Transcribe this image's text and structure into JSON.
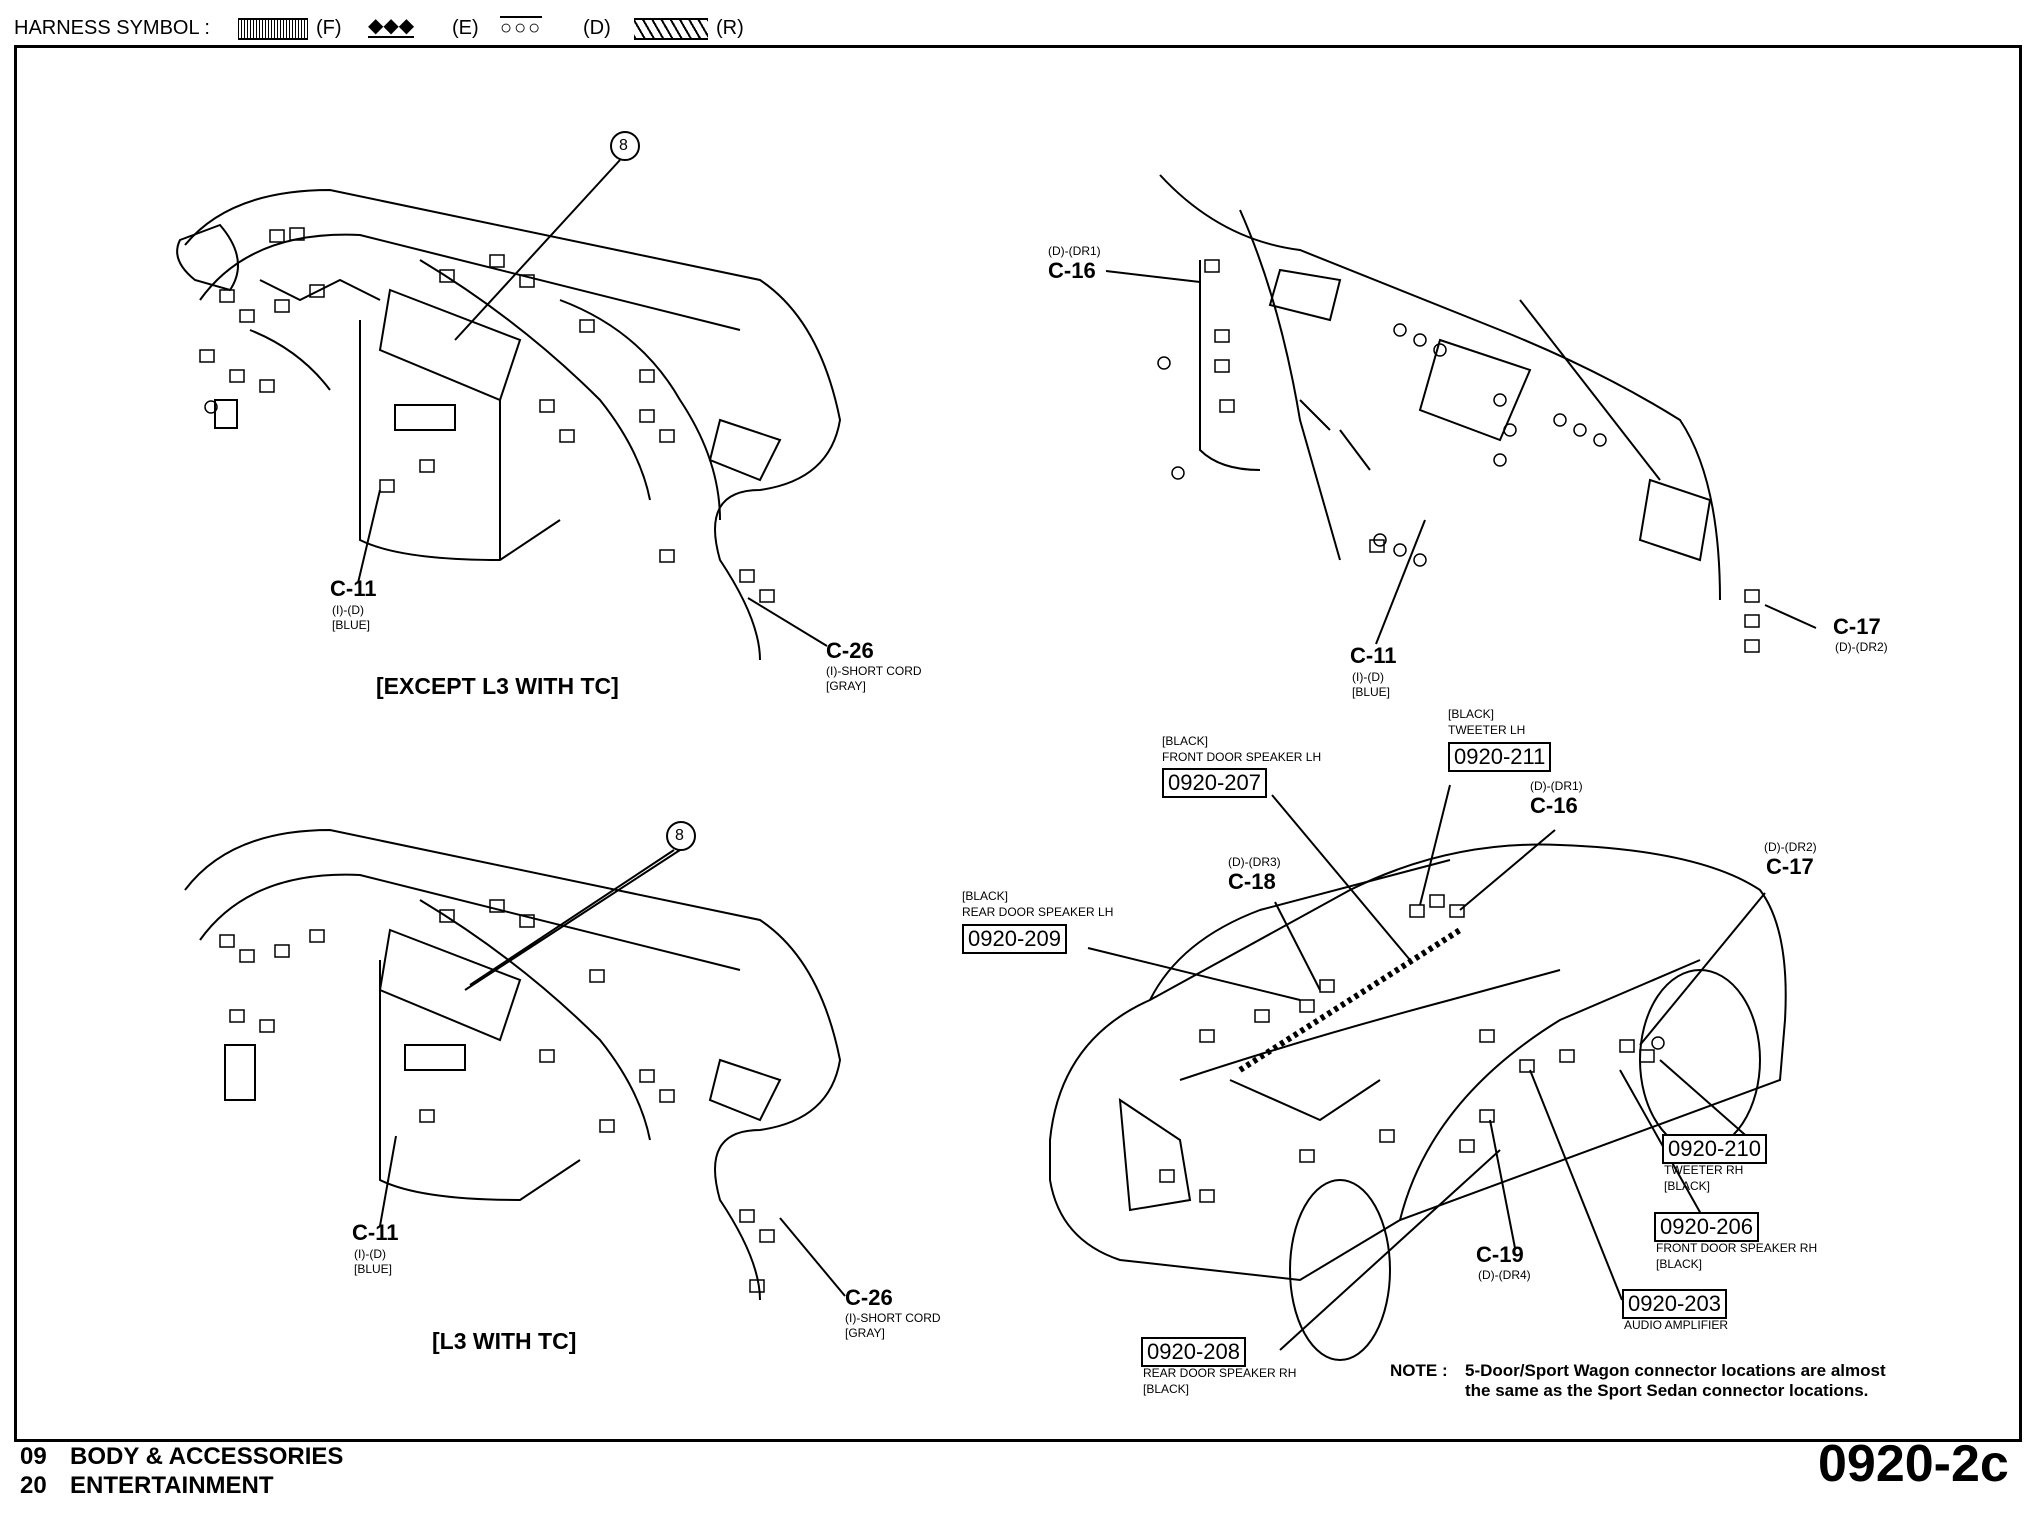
{
  "harness_symbol": {
    "label": "HARNESS SYMBOL :",
    "items": [
      {
        "symbol": "dotted-band",
        "code": "(F)"
      },
      {
        "symbol": "diamond-chain",
        "code": "(E)"
      },
      {
        "symbol": "circle-chain",
        "code": "(D)"
      },
      {
        "symbol": "hatched-band",
        "code": "(R)"
      }
    ]
  },
  "views": {
    "top_left": {
      "caption": "[EXCEPT L3 WITH TC]",
      "callout": "8",
      "c11": {
        "code": "C-11",
        "line1": "(I)-(D)",
        "line2": "[BLUE]"
      },
      "c26": {
        "code": "C-26",
        "line1": "(I)-SHORT CORD",
        "line2": "[GRAY]"
      }
    },
    "bottom_left": {
      "caption": "[L3 WITH TC]",
      "callout": "8",
      "c11": {
        "code": "C-11",
        "line1": "(I)-(D)",
        "line2": "[BLUE]"
      },
      "c26": {
        "code": "C-26",
        "line1": "(I)-SHORT CORD",
        "line2": "[GRAY]"
      }
    },
    "top_right": {
      "c16": {
        "code": "C-16",
        "line1": "(D)-(DR1)"
      },
      "c11": {
        "code": "C-11",
        "line1": "(I)-(D)",
        "line2": "[BLUE]"
      },
      "c17": {
        "code": "C-17",
        "line1": "(D)-(DR2)"
      }
    },
    "bottom_right": {
      "front_door_lh": {
        "line1": "[BLACK]",
        "line2": "FRONT DOOR SPEAKER LH",
        "box": "0920-207"
      },
      "tweeter_lh": {
        "line1": "[BLACK]",
        "line2": "TWEETER LH",
        "box": "0920-211"
      },
      "c16": {
        "line1": "(D)-(DR1)",
        "code": "C-16"
      },
      "c17": {
        "line1": "(D)-(DR2)",
        "code": "C-17"
      },
      "c18": {
        "line1": "(D)-(DR3)",
        "code": "C-18"
      },
      "rear_door_lh": {
        "line1": "[BLACK]",
        "line2": "REAR DOOR SPEAKER LH",
        "box": "0920-209"
      },
      "tweeter_rh": {
        "box": "0920-210",
        "line1": "TWEETER RH",
        "line2": "[BLACK]"
      },
      "front_door_rh": {
        "box": "0920-206",
        "line1": "FRONT DOOR SPEAKER RH",
        "line2": "[BLACK]"
      },
      "c19": {
        "code": "C-19",
        "line1": "(D)-(DR4)"
      },
      "audio_amp": {
        "box": "0920-203",
        "line1": "AUDIO AMPLIFIER"
      },
      "rear_door_rh": {
        "box": "0920-208",
        "line1": "REAR DOOR SPEAKER RH",
        "line2": "[BLACK]"
      }
    }
  },
  "note": {
    "label": "NOTE :",
    "line1": "5-Door/Sport Wagon connector locations are almost",
    "line2": "the same as the Sport Sedan connector locations."
  },
  "footer": {
    "section1_num": "09",
    "section1_name": "BODY & ACCESSORIES",
    "section2_num": "20",
    "section2_name": "ENTERTAINMENT",
    "page_code": "0920-2c"
  }
}
